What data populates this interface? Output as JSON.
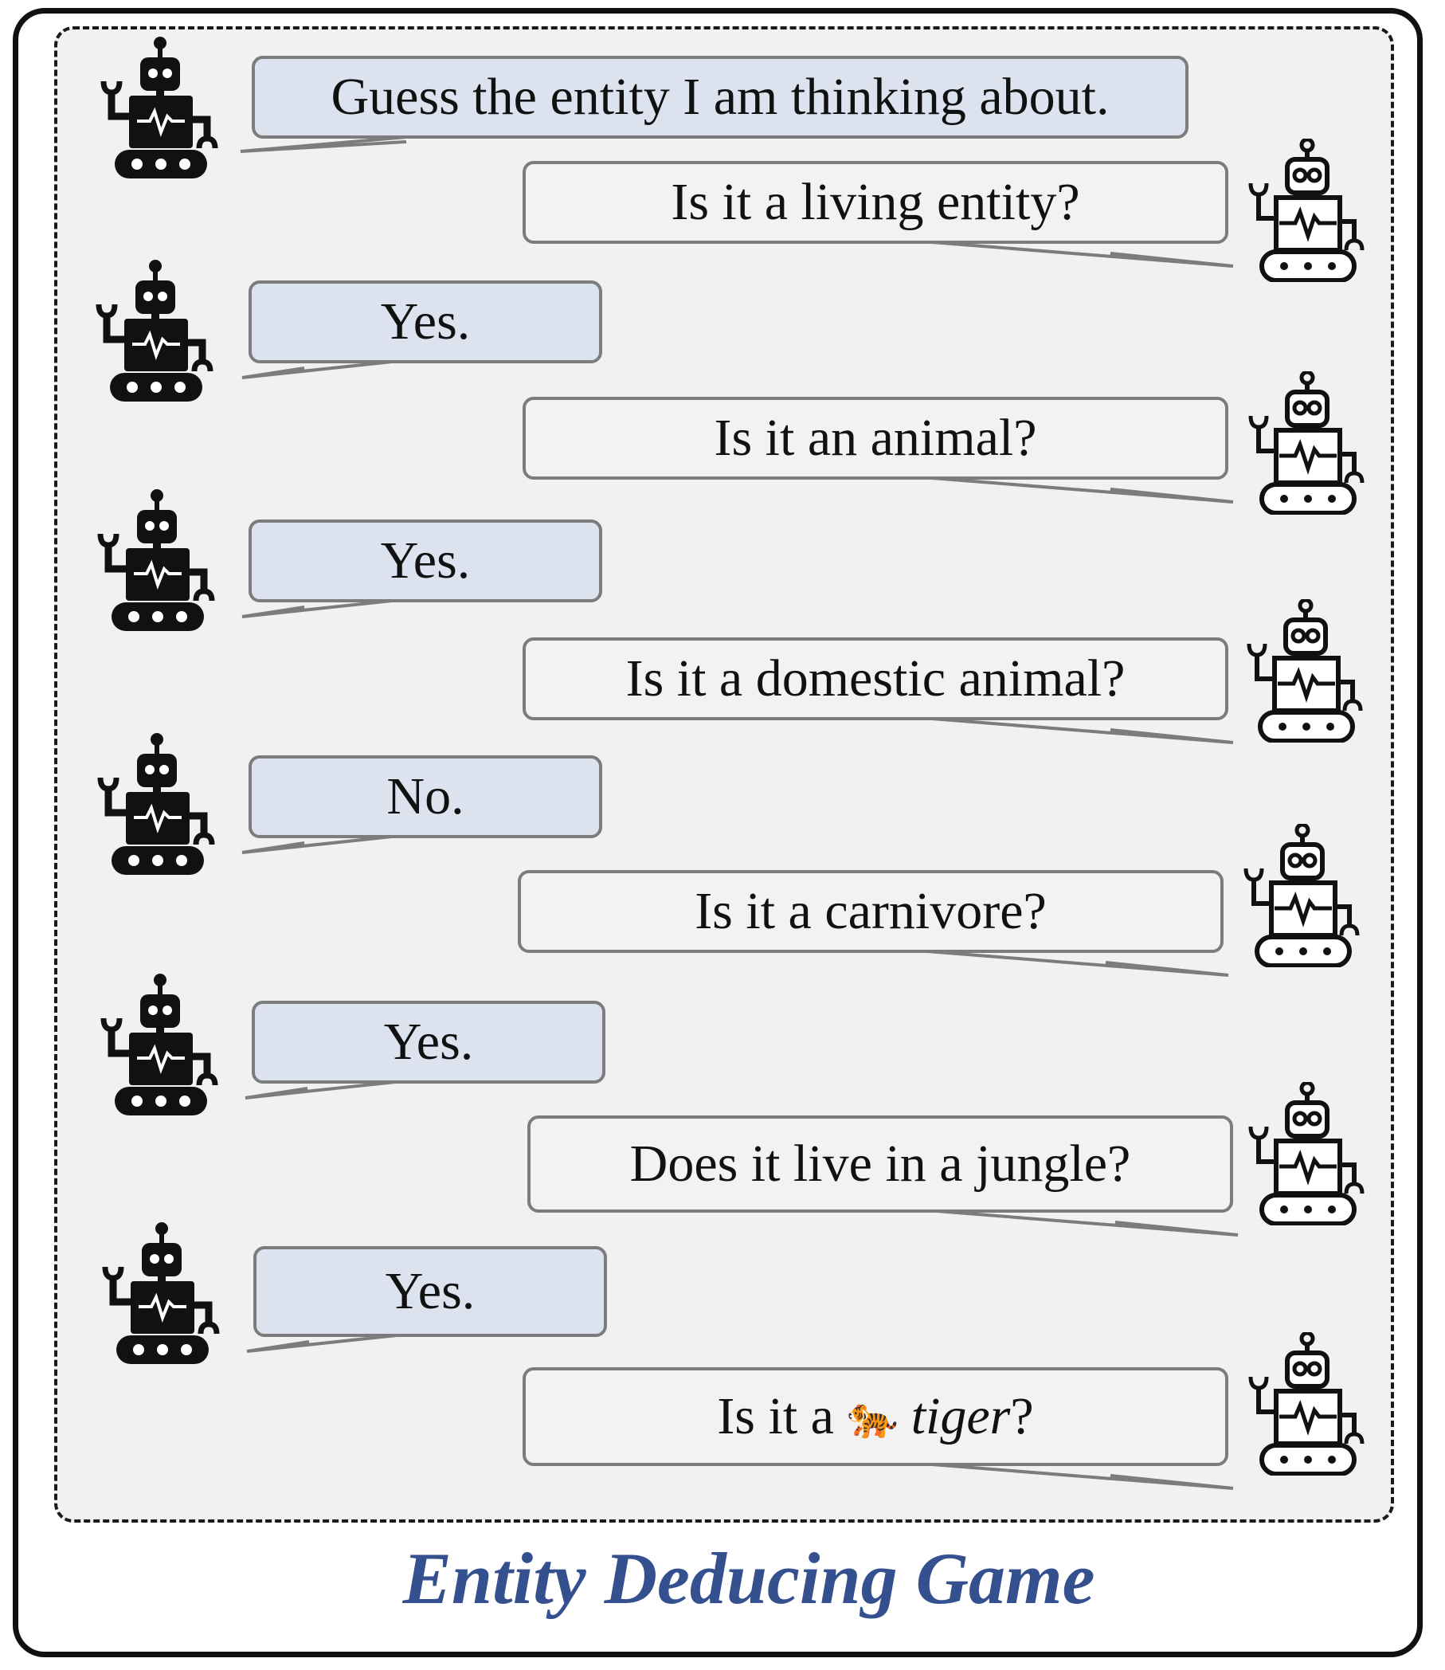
{
  "game_title": "Entity Deducing Game",
  "turns": [
    {
      "speaker": "answerer",
      "text": "Guess the entity I am thinking about."
    },
    {
      "speaker": "guesser",
      "text": "Is it a living entity?"
    },
    {
      "speaker": "answerer",
      "text": "Yes."
    },
    {
      "speaker": "guesser",
      "text": "Is it an animal?"
    },
    {
      "speaker": "answerer",
      "text": "Yes."
    },
    {
      "speaker": "guesser",
      "text": "Is it a domestic animal?"
    },
    {
      "speaker": "answerer",
      "text": "No."
    },
    {
      "speaker": "guesser",
      "text": "Is it a carnivore?"
    },
    {
      "speaker": "answerer",
      "text": "Yes."
    },
    {
      "speaker": "guesser",
      "text": "Does it live in a jungle?"
    },
    {
      "speaker": "answerer",
      "text": "Yes."
    },
    {
      "speaker": "guesser",
      "prefix": "Is it a",
      "emoji": "🐅",
      "guess_word": "tiger",
      "suffix": "?"
    }
  ],
  "colors": {
    "answer_bubble": "#dce3ef",
    "question_bubble": "#f2f2f2",
    "bubble_border": "#7c7c7c",
    "title": "#34508f"
  },
  "icons": {
    "answerer": "robot-solid-icon",
    "guesser": "robot-outline-icon",
    "guess_emoji": "tiger-icon"
  }
}
